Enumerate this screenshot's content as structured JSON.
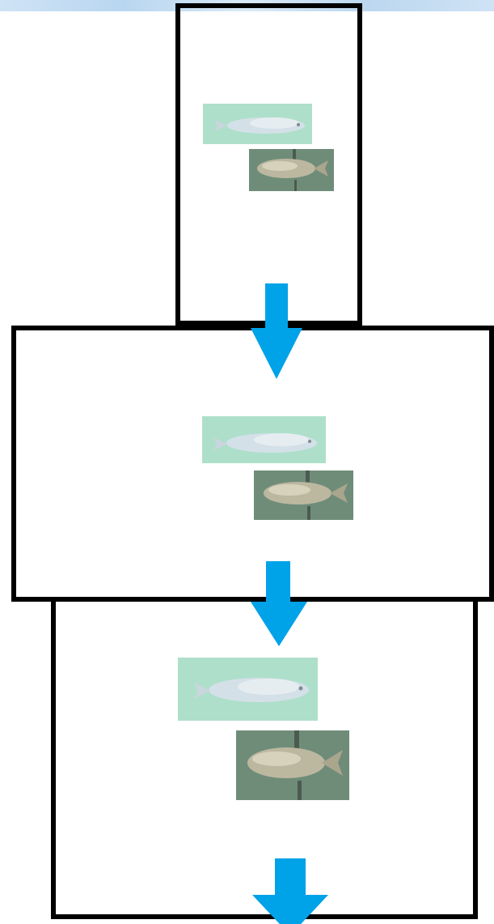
{
  "diagram": {
    "colors": {
      "frame_border": "#000000",
      "arrow": "#00a2e8",
      "top_band": "#c5ddf3",
      "light_patch_bg": "#a8dcc6",
      "dark_patch_bg": "#6f8b78",
      "fish_light": "#d9e3ea",
      "fish_dark": "#b9b49b"
    },
    "stages": [
      {
        "name": "stage-1",
        "patches": [
          "light-fish-patch",
          "dark-fish-patch"
        ]
      },
      {
        "name": "stage-2",
        "patches": [
          "light-fish-patch",
          "dark-fish-patch"
        ]
      },
      {
        "name": "stage-3",
        "patches": [
          "light-fish-patch",
          "dark-fish-patch"
        ]
      }
    ],
    "arrows": [
      "down-arrow",
      "down-arrow",
      "down-arrow"
    ]
  }
}
